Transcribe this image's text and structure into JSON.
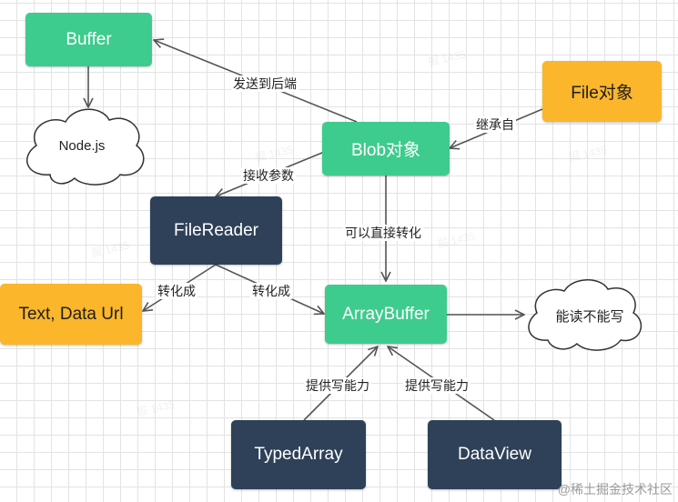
{
  "nodes": {
    "buffer": "Buffer",
    "nodejs": "Node.js",
    "file_object": "File对象",
    "blob_object": "Blob对象",
    "filereader": "FileReader",
    "text_dataurl": "Text, Data Url",
    "arraybuffer": "ArrayBuffer",
    "read_not_write": "能读不能写",
    "typedarray": "TypedArray",
    "dataview": "DataView"
  },
  "edges": {
    "send_to_backend": "发送到后端",
    "inherits_from": "继承自",
    "accepts_param": "接收参数",
    "can_directly_convert": "可以直接转化",
    "convert_to_1": "转化成",
    "convert_to_2": "转化成",
    "provide_write_1": "提供写能力",
    "provide_write_2": "提供写能力"
  },
  "watermark": "@稀土掘金技术社区",
  "colors": {
    "green": "#3ecb8e",
    "dark": "#2e4158",
    "orange": "#fbb62b",
    "edge": "#555555"
  }
}
